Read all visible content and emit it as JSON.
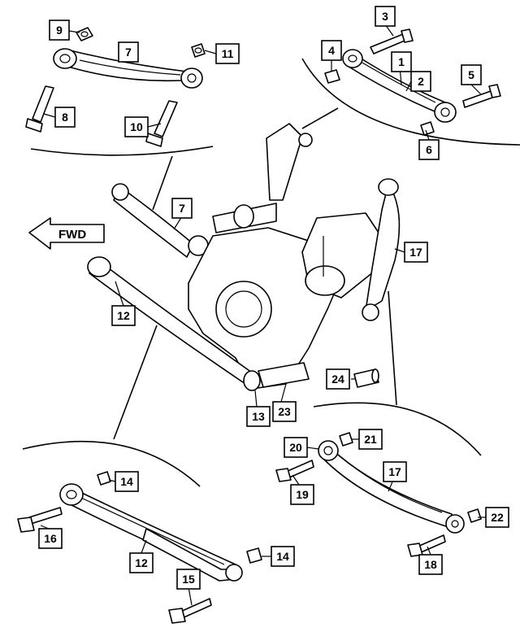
{
  "direction_label": "FWD",
  "callouts": [
    {
      "id": "c9",
      "label": "9"
    },
    {
      "id": "c7a",
      "label": "7"
    },
    {
      "id": "c11",
      "label": "11"
    },
    {
      "id": "c8",
      "label": "8"
    },
    {
      "id": "c10",
      "label": "10"
    },
    {
      "id": "c3",
      "label": "3"
    },
    {
      "id": "c4",
      "label": "4"
    },
    {
      "id": "c1",
      "label": "1"
    },
    {
      "id": "c2",
      "label": "2"
    },
    {
      "id": "c5",
      "label": "5"
    },
    {
      "id": "c6",
      "label": "6"
    },
    {
      "id": "c7b",
      "label": "7"
    },
    {
      "id": "c17a",
      "label": "17"
    },
    {
      "id": "c12a",
      "label": "12"
    },
    {
      "id": "c24",
      "label": "24"
    },
    {
      "id": "c13",
      "label": "13"
    },
    {
      "id": "c23",
      "label": "23"
    },
    {
      "id": "c20",
      "label": "20"
    },
    {
      "id": "c21",
      "label": "21"
    },
    {
      "id": "c19",
      "label": "19"
    },
    {
      "id": "c17b",
      "label": "17"
    },
    {
      "id": "c22",
      "label": "22"
    },
    {
      "id": "c18",
      "label": "18"
    },
    {
      "id": "c14a",
      "label": "14"
    },
    {
      "id": "c16",
      "label": "16"
    },
    {
      "id": "c12b",
      "label": "12"
    },
    {
      "id": "c14b",
      "label": "14"
    },
    {
      "id": "c15",
      "label": "15"
    }
  ]
}
